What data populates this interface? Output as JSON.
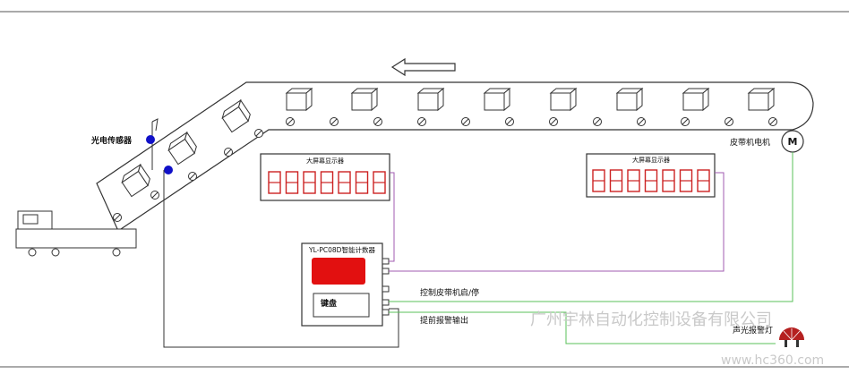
{
  "labels": {
    "sensor": "光电传感器",
    "motor": "皮带机电机",
    "motor_symbol": "M",
    "display_left": "大屏幕显示器",
    "display_right": "大屏幕显示器",
    "counter_title": "YL-PC08D智能计数器",
    "keyboard": "键盘",
    "control_start_stop": "控制皮带机启/停",
    "pre_alarm_output": "提前报警输出",
    "alarm_light": "声光报警灯"
  },
  "watermark": {
    "company": "广州宇林自动化控制设备有限公司",
    "site": "www.hc360.com"
  },
  "colors": {
    "line": "#333333",
    "display_digits": "#cc2222",
    "counter_screen": "#e21010",
    "purple_wire": "#a05bb0",
    "green_wire": "#58c058",
    "sensor": "#1010c8",
    "alarm_light": "#b52020"
  }
}
